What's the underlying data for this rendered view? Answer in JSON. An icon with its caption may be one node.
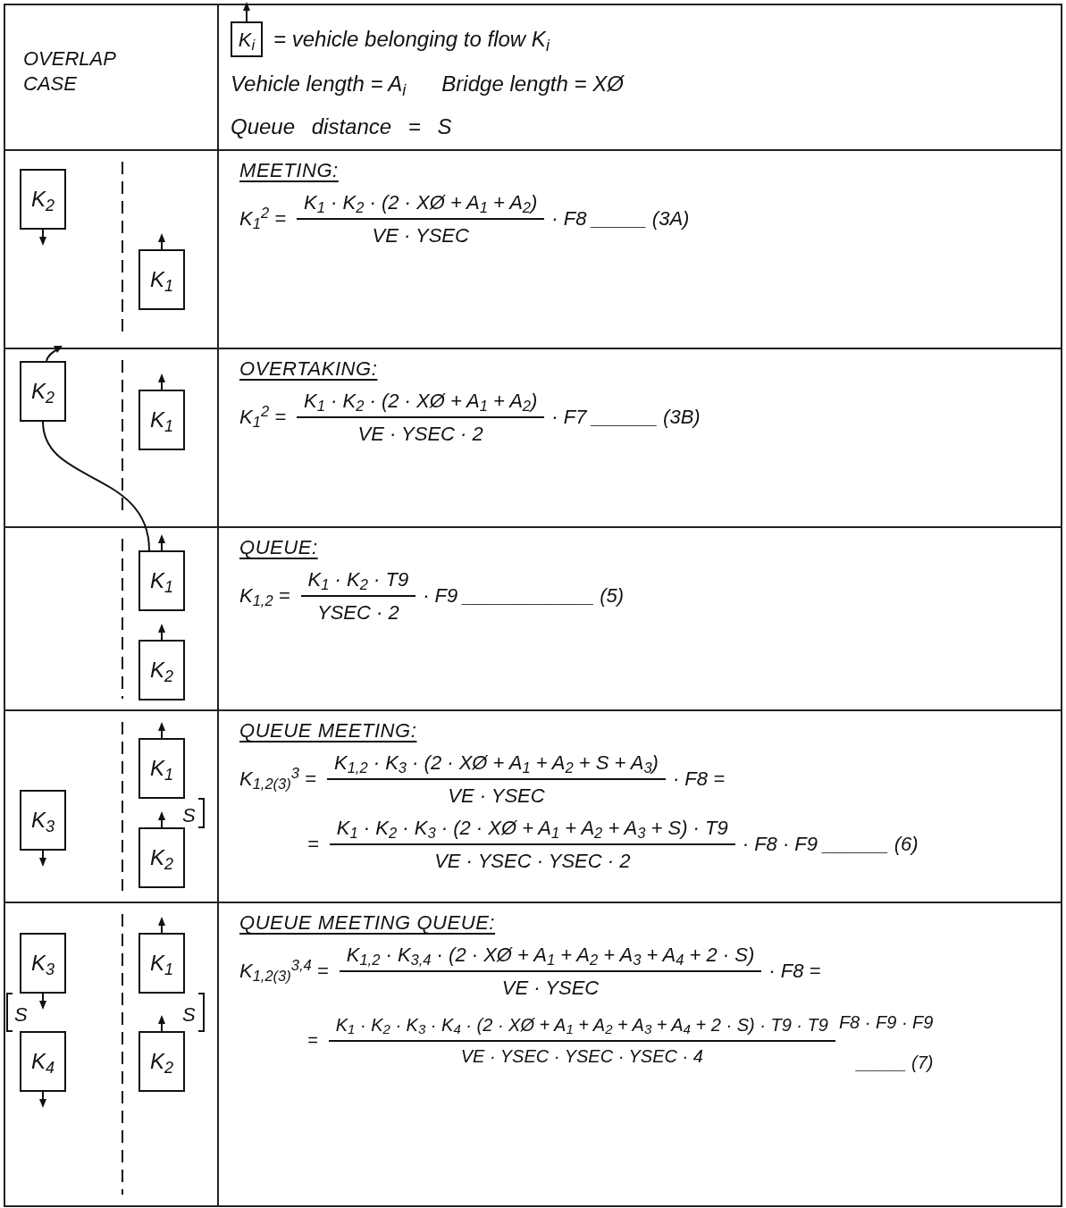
{
  "diagram": {
    "nodes": [
      {
        "text": [
          "K$_{i}$"
        ]
      },
      {
        "text": [
          "K$_{2}$"
        ]
      },
      {
        "text": [
          "K$_{1}$"
        ]
      },
      {
        "text": [
          "K$_{2}$"
        ]
      },
      {
        "text": [
          "K$_{1}$"
        ]
      },
      {
        "text": [
          "K$_{1}$"
        ]
      },
      {
        "text": [
          "K$_{2}$"
        ]
      },
      {
        "text": [
          "K$_{3}$"
        ]
      },
      {
        "text": [
          "K$_{1}$"
        ]
      },
      {
        "text": [
          "K$_{2}$"
        ]
      },
      {
        "text": [
          "K$_{3}$"
        ]
      },
      {
        "text": [
          "K$_{1}$"
        ]
      },
      {
        "text": [
          "K$_{4}$"
        ]
      },
      {
        "text": [
          "K$_{2}$"
        ]
      }
    ],
    "edges": [
      {
        "from": 3,
        "to": 5,
        "arrow": "none"
      }
    ],
    "labels": [
      "OVERLAP CASE",
      "= vehicle belonging to flow K$_{i}$",
      "Vehicle length = A$_{i}$",
      "Bridge length = XØ",
      "Queue distance = S",
      "MEETING:",
      "K$_{1}$$^{2}$ =",
      "K$_{1}$ · K$_{2}$ · (2 · XØ + A$_{1}$ + A$_{2}$)",
      "VE · YSEC",
      "· F8 _____ (3A)",
      "OVERTAKING:",
      "K$_{1}$$^{2}$ =",
      "K$_{1}$ · K$_{2}$ · (2 · XØ + A$_{1}$ + A$_{2}$)",
      "VE · YSEC · 2",
      "· F7 ______ (3B)",
      "QUEUE:",
      "K$_{1,2}$ =",
      "K$_{1}$ · K$_{2}$ · T9",
      "YSEC · 2",
      "· F9 ____________ (5)",
      "QUEUE MEETING:",
      "K$_{1,2(3)}$$^{3}$ =",
      "K$_{1,2}$ · K$_{3}$ · (2 · XØ + A$_{1}$ + A$_{2}$ + S + A$_{3}$)",
      "VE · YSEC",
      "· F8 =",
      "=",
      "K$_{1}$ · K$_{2}$ · K$_{3}$ · (2 · XØ + A$_{1}$ + A$_{2}$ + A$_{3}$ + S) · T9",
      "VE · YSEC · YSEC · 2",
      "· F8 · F9 ______ (6)",
      "QUEUE MEETING QUEUE:",
      "K$_{1,2(3)}$$^{3,4}$ =",
      "K$_{1,2}$ · K$_{3,4}$ · (2 · XØ + A$_{1}$ + A$_{2}$ + A$_{3}$ + A$_{4}$ + 2 · S)",
      "VE · YSEC",
      "· F8 =",
      "=",
      "K$_{1}$ · K$_{2}$ · K$_{3}$ · K$_{4}$ · (2 · XØ + A$_{1}$ + A$_{2}$ + A$_{3}$ + A$_{4}$ + 2 · S) · T9 · T9",
      "VE · YSEC · YSEC · YSEC · 4",
      "F8 · F9 · F9",
      "_____ (7)",
      "S",
      "S",
      "S"
    ]
  }
}
